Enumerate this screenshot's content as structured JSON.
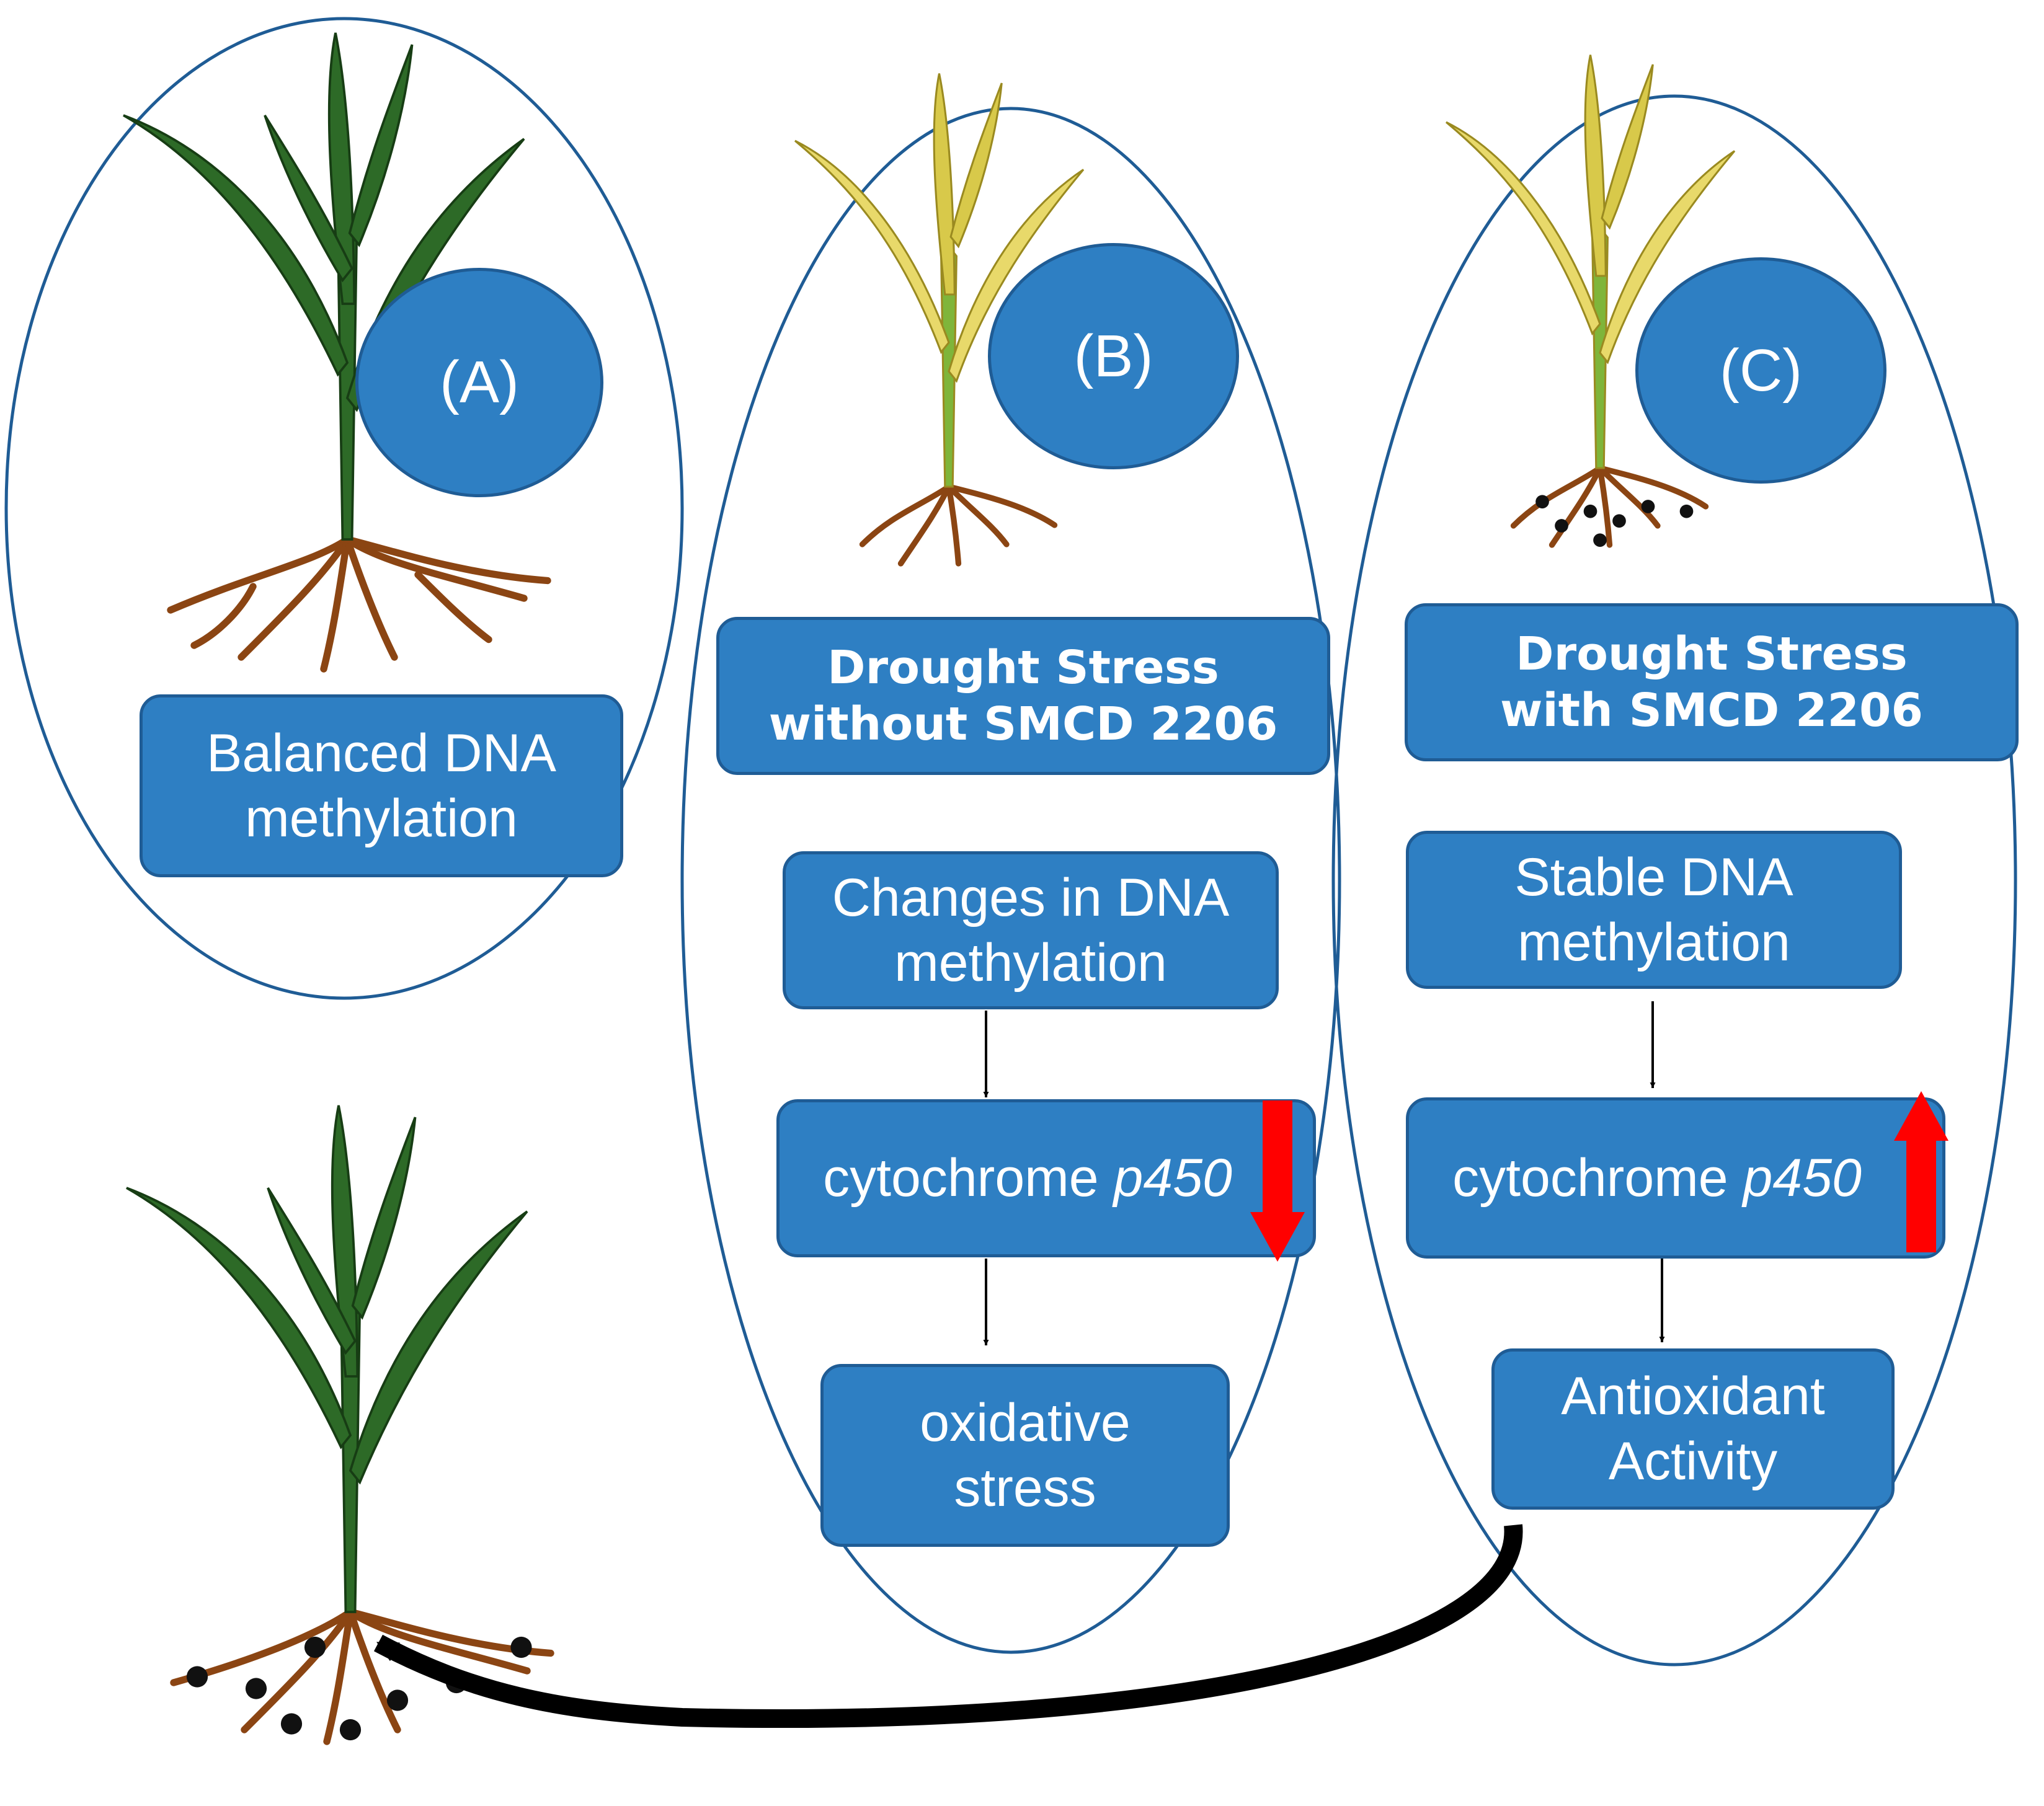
{
  "panels": {
    "a": {
      "badge": "(A)",
      "box": "Balanced DNA methylation"
    },
    "b": {
      "badge": "(B)",
      "condition": "Drought Stress without SMCD 2206",
      "step1": "Changes in DNA methylation",
      "gene": {
        "name": "cytochrome",
        "italic": "p450",
        "trend": "down"
      },
      "outcome": "oxidative stress"
    },
    "c": {
      "badge": "(C)",
      "condition": "Drought Stress with SMCD 2206",
      "step1": "Stable DNA methylation",
      "gene": {
        "name": "cytochrome",
        "italic": "p450",
        "trend": "up"
      },
      "outcome": "Antioxidant Activity"
    }
  },
  "colors": {
    "box_fill": "#2E7FC3",
    "box_border": "#1F5C95",
    "ellipse_stroke": "#1F5C95",
    "trend_arrow": "#FF0000",
    "healthy_leaf": "#2D6A27",
    "stressed_leaf": "#E8D96A",
    "root": "#8B4513",
    "nodule": "#111111"
  },
  "icons": [
    "green-plant-icon",
    "yellow-plant-icon",
    "red-down-arrow-icon",
    "red-up-arrow-icon",
    "curved-black-arrow-icon"
  ]
}
